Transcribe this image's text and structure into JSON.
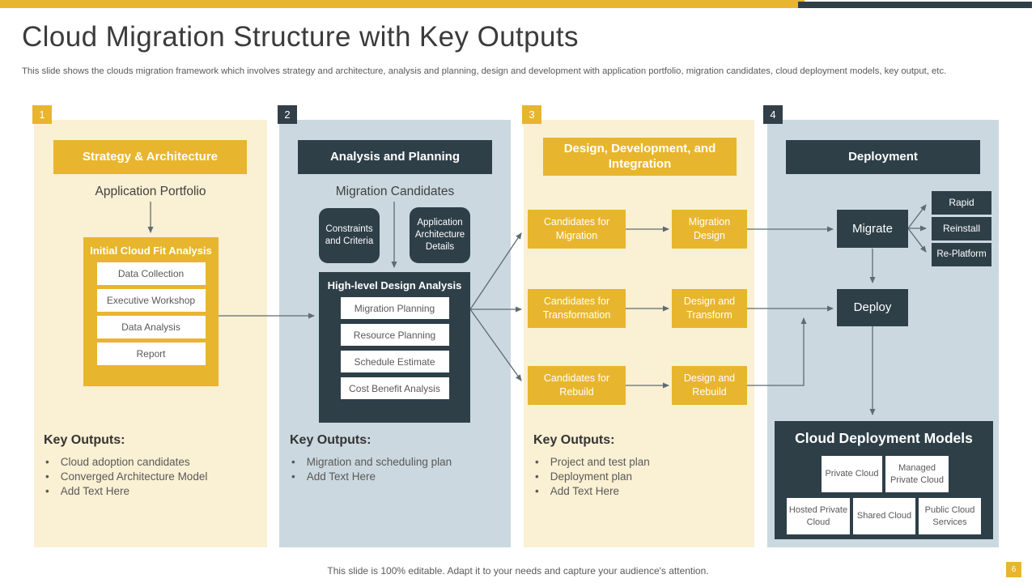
{
  "top": {
    "title": "Cloud Migration Structure with Key Outputs",
    "subtitle": "This slide shows the clouds migration framework which involves strategy and architecture, analysis and planning, design and development with application portfolio, migration candidates, cloud deployment models, key output, etc."
  },
  "columns": [
    {
      "number": "1",
      "header": "Strategy & Architecture",
      "label": "Application Portfolio",
      "analysis": {
        "title": "Initial Cloud Fit Analysis",
        "items": [
          "Data Collection",
          "Executive Workshop",
          "Data Analysis",
          "Report"
        ]
      },
      "key_outputs_label": "Key Outputs:",
      "key_outputs": [
        "Cloud adoption candidates",
        "Converged Architecture Model",
        "Add Text Here"
      ]
    },
    {
      "number": "2",
      "header": "Analysis and Planning",
      "label": "Migration Candidates",
      "side_boxes": [
        "Constraints and Criteria",
        "Application Architecture Details"
      ],
      "analysis": {
        "title": "High-level Design Analysis",
        "items": [
          "Migration Planning",
          "Resource Planning",
          "Schedule Estimate",
          "Cost Benefit Analysis"
        ]
      },
      "key_outputs_label": "Key Outputs:",
      "key_outputs": [
        "Migration and scheduling plan",
        "Add Text Here"
      ]
    },
    {
      "number": "3",
      "header": "Design, Development, and Integration",
      "rows": [
        {
          "left": "Candidates for Migration",
          "right": "Migration Design"
        },
        {
          "left": "Candidates for Transformation",
          "right": "Design and Transform"
        },
        {
          "left": "Candidates for Rebuild",
          "right": "Design and Rebuild"
        }
      ],
      "key_outputs_label": "Key Outputs:",
      "key_outputs": [
        "Project and test plan",
        "Deployment plan",
        "Add Text Here"
      ]
    },
    {
      "number": "4",
      "header": "Deployment",
      "migrate": "Migrate",
      "deploy": "Deploy",
      "migrate_options": [
        "Rapid",
        "Reinstall",
        "Re-Platform"
      ],
      "models": {
        "title": "Cloud Deployment Models",
        "row1": [
          "Private Cloud",
          "Managed Private Cloud"
        ],
        "row2": [
          "Hosted Private Cloud",
          "Shared Cloud",
          "Public Cloud Services"
        ]
      }
    }
  ],
  "footer": {
    "note": "This slide is 100% editable. Adapt it to your needs and capture your audience's attention.",
    "page": "6"
  },
  "colors": {
    "accent_yellow": "#e8b52e",
    "dark_slate": "#2e3f48",
    "panel_cream": "#faf0d3",
    "panel_blue": "#cbd8df",
    "text_gray": "#595959",
    "arrow_gray": "#5f6b70"
  }
}
